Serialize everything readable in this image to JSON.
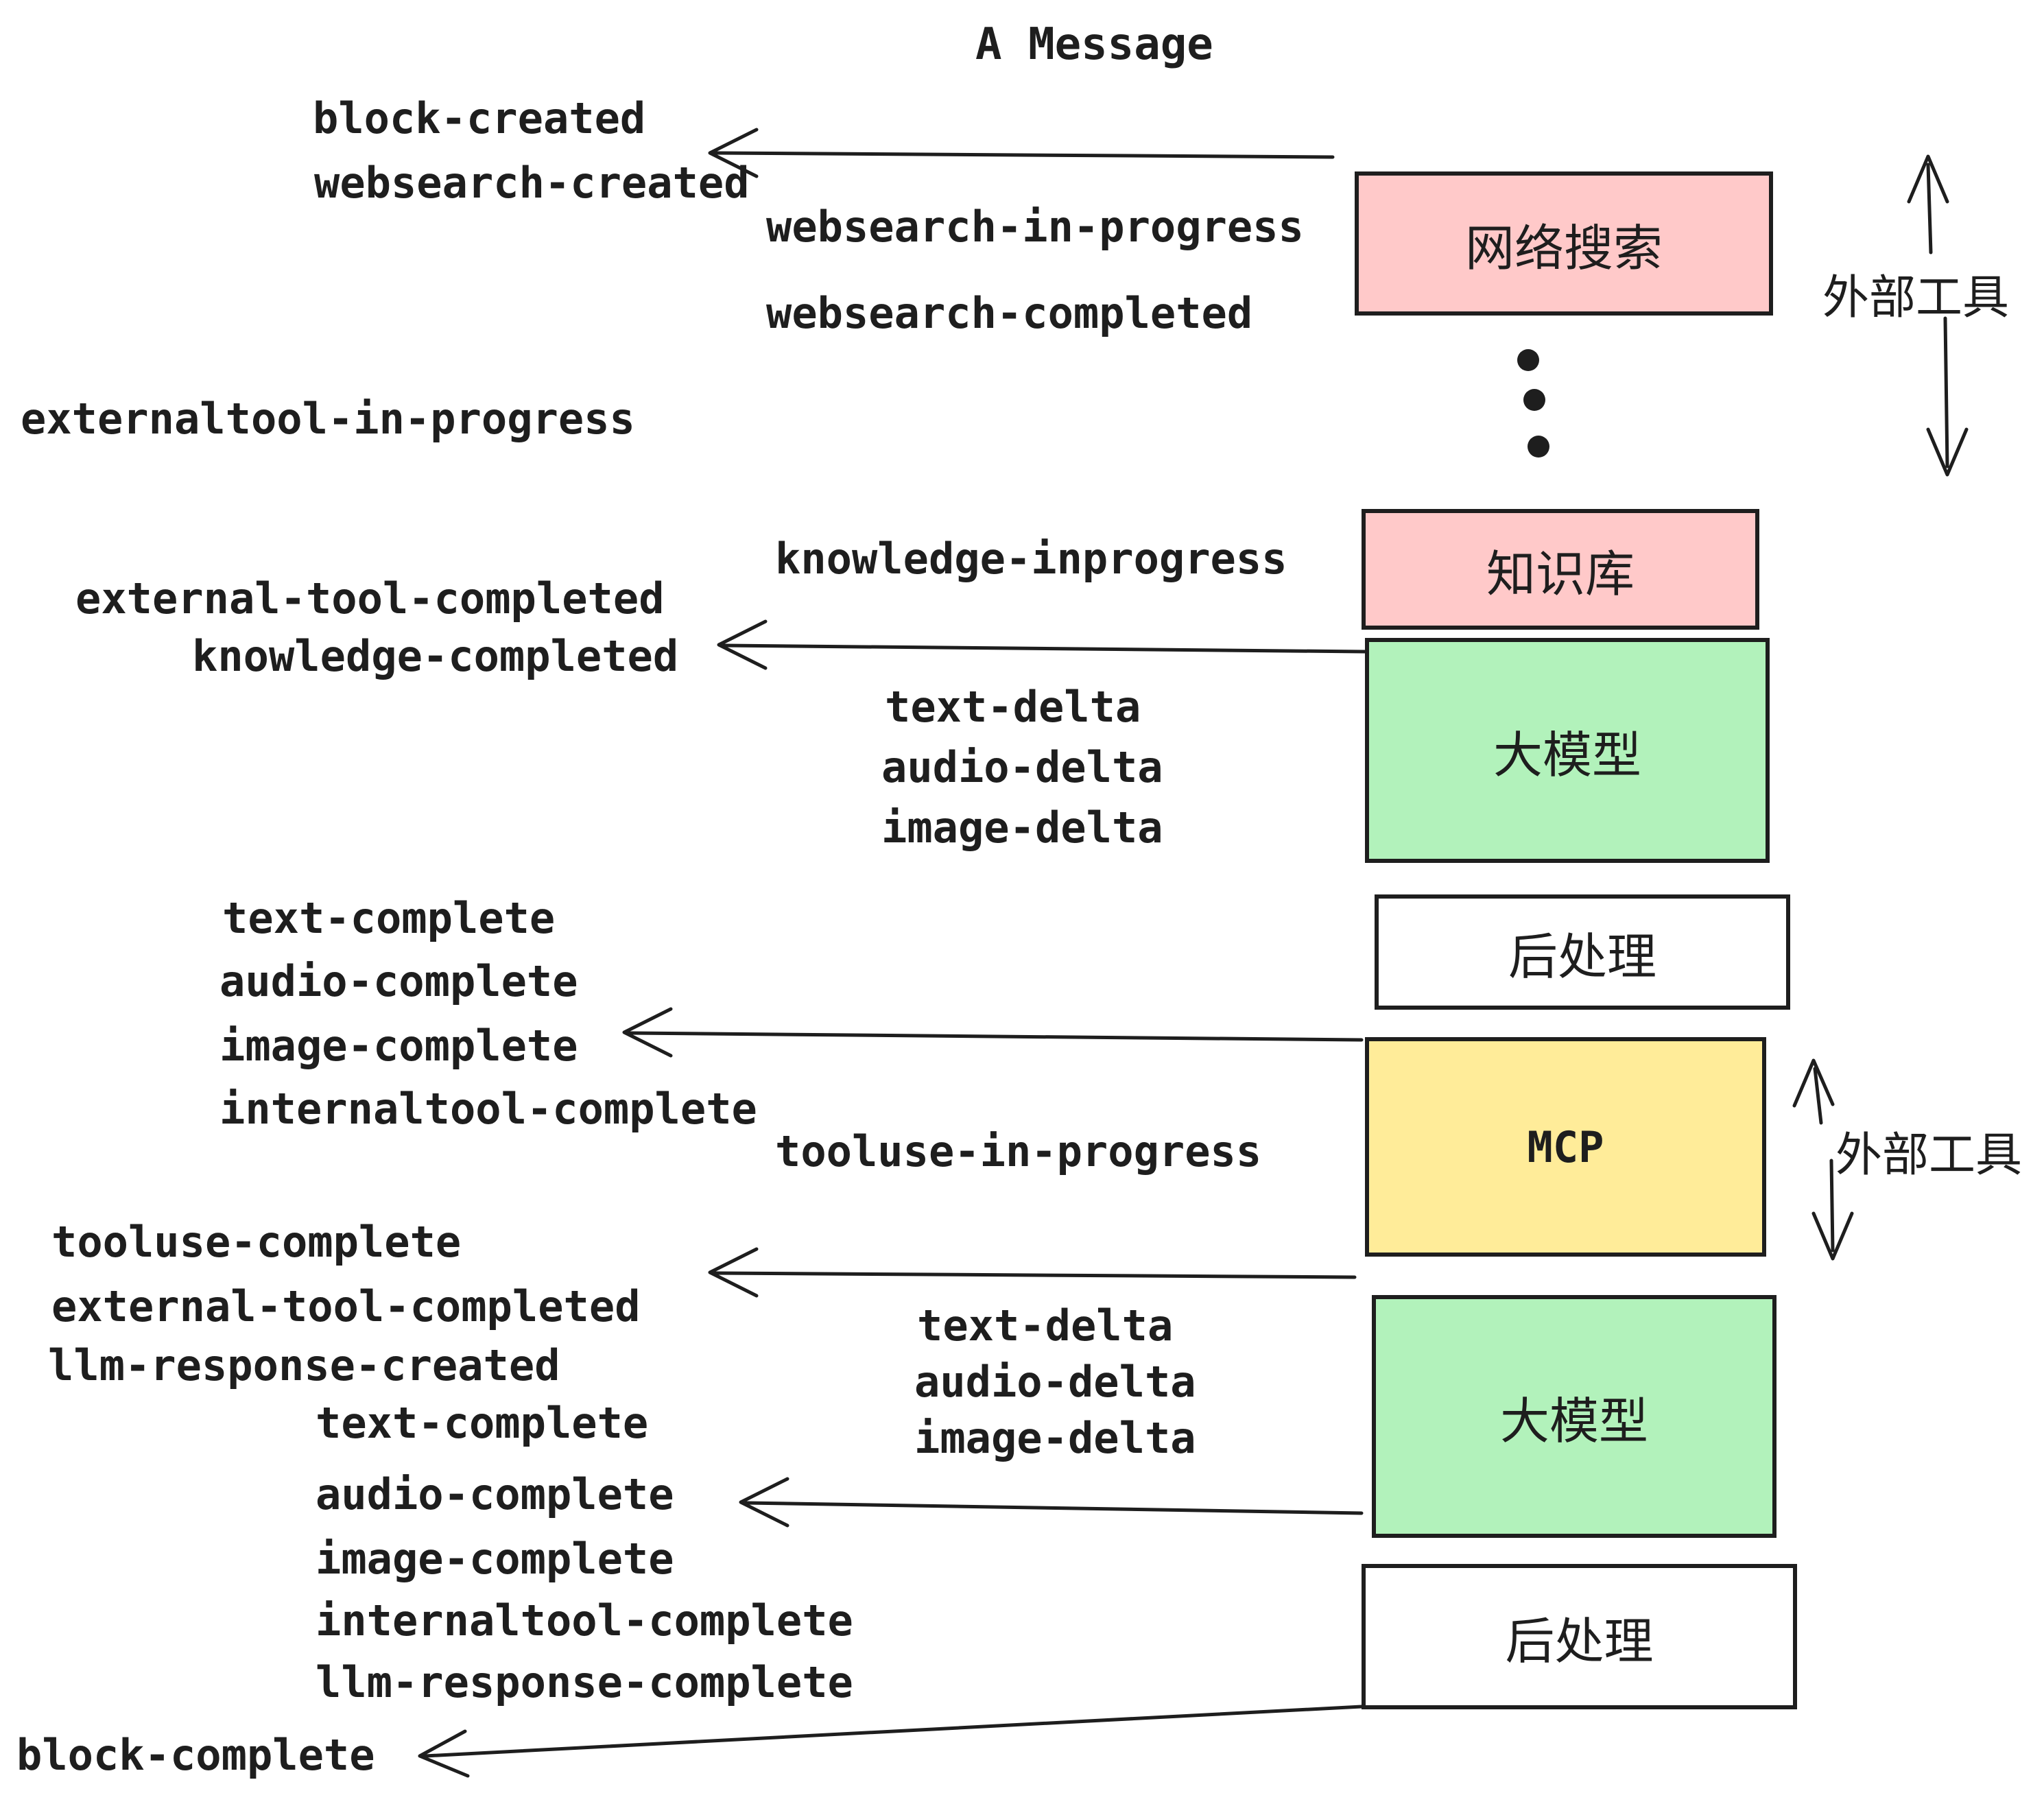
{
  "title": "A Message",
  "colors": {
    "ink": "#1e1e1e",
    "pink": "#ffc9c9",
    "green": "#b2f2bb",
    "yellow": "#ffec99",
    "white": "#ffffff"
  },
  "boxes": [
    {
      "id": "websearch",
      "label": "网络搜索",
      "color": "#ffc9c9"
    },
    {
      "id": "knowledge",
      "label": "知识库",
      "color": "#ffc9c9"
    },
    {
      "id": "llm-1",
      "label": "大模型",
      "color": "#b2f2bb"
    },
    {
      "id": "post-1",
      "label": "后处理",
      "color": "#ffffff"
    },
    {
      "id": "mcp",
      "label": "MCP",
      "color": "#ffec99"
    },
    {
      "id": "llm-2",
      "label": "大模型",
      "color": "#b2f2bb"
    },
    {
      "id": "post-2",
      "label": "后处理",
      "color": "#ffffff"
    }
  ],
  "events": [
    {
      "text": "block-created"
    },
    {
      "text": "websearch-created"
    },
    {
      "text": "websearch-in-progress"
    },
    {
      "text": "websearch-completed"
    },
    {
      "text": "externaltool-in-progress"
    },
    {
      "text": "external-tool-completed"
    },
    {
      "text": "knowledge-completed"
    },
    {
      "text": "knowledge-inprogress"
    },
    {
      "text": "text-delta"
    },
    {
      "text": "audio-delta"
    },
    {
      "text": "image-delta"
    },
    {
      "text": "text-complete"
    },
    {
      "text": "audio-complete"
    },
    {
      "text": "image-complete"
    },
    {
      "text": "internaltool-complete"
    },
    {
      "text": "tooluse-in-progress"
    },
    {
      "text": "tooluse-complete"
    },
    {
      "text": "external-tool-completed"
    },
    {
      "text": "llm-response-created"
    },
    {
      "text": "text-complete"
    },
    {
      "text": "audio-complete"
    },
    {
      "text": "image-complete"
    },
    {
      "text": "internaltool-complete"
    },
    {
      "text": "llm-response-complete"
    },
    {
      "text": "text-delta"
    },
    {
      "text": "audio-delta"
    },
    {
      "text": "image-delta"
    },
    {
      "text": "block-complete"
    }
  ],
  "side_labels": [
    {
      "text": "外部工具"
    },
    {
      "text": "外部工具"
    }
  ]
}
